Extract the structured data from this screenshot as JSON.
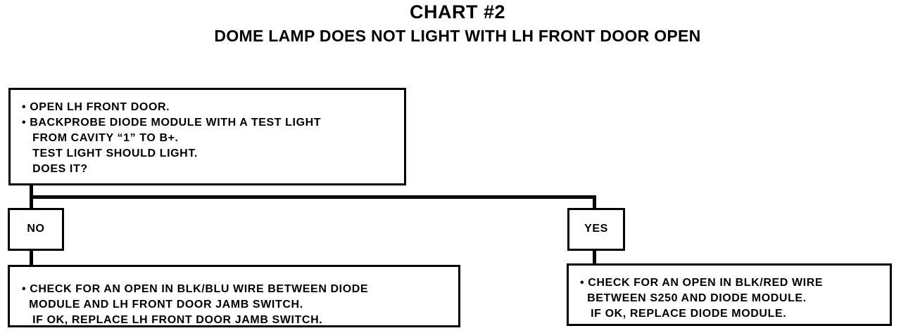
{
  "header": {
    "title": "CHART #2",
    "subtitle": "DOME LAMP DOES NOT LIGHT WITH LH FRONT DOOR OPEN"
  },
  "start_box": {
    "lines": [
      "• OPEN LH FRONT DOOR.",
      "• BACKPROBE DIODE MODULE WITH A TEST LIGHT",
      "   FROM CAVITY “1” TO B+.",
      "   TEST LIGHT SHOULD LIGHT.",
      "   DOES IT?"
    ]
  },
  "no_branch": {
    "label": "NO",
    "lines": [
      "• CHECK FOR AN OPEN IN BLK/BLU WIRE BETWEEN DIODE",
      "  MODULE AND LH FRONT DOOR JAMB SWITCH.",
      "   IF OK, REPLACE LH FRONT DOOR JAMB SWITCH."
    ]
  },
  "yes_branch": {
    "label": "YES",
    "lines": [
      "• CHECK FOR AN OPEN IN BLK/RED WIRE",
      "  BETWEEN S250 AND DIODE MODULE.",
      "   IF OK, REPLACE DIODE MODULE."
    ]
  }
}
